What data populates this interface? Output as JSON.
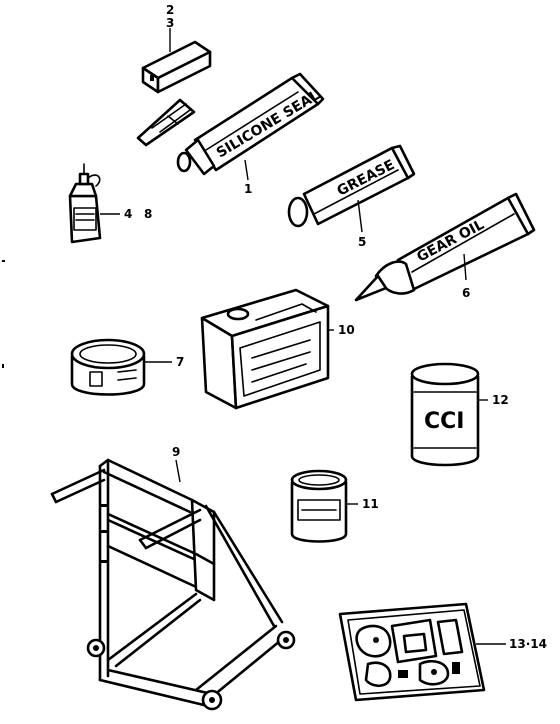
{
  "callouts": {
    "c2": "2",
    "c3": "3",
    "c1": "1",
    "c4": "4",
    "c8": "8",
    "c5": "5",
    "c6": "6",
    "c10": "10",
    "c7": "7",
    "c12": "12",
    "c9": "9",
    "c11": "11",
    "c1314": "13·14"
  },
  "labels": {
    "tube1": "SILICONE SEAL",
    "tube5": "GREASE",
    "tube6": "GEAR OIL",
    "can12": "CCI"
  }
}
